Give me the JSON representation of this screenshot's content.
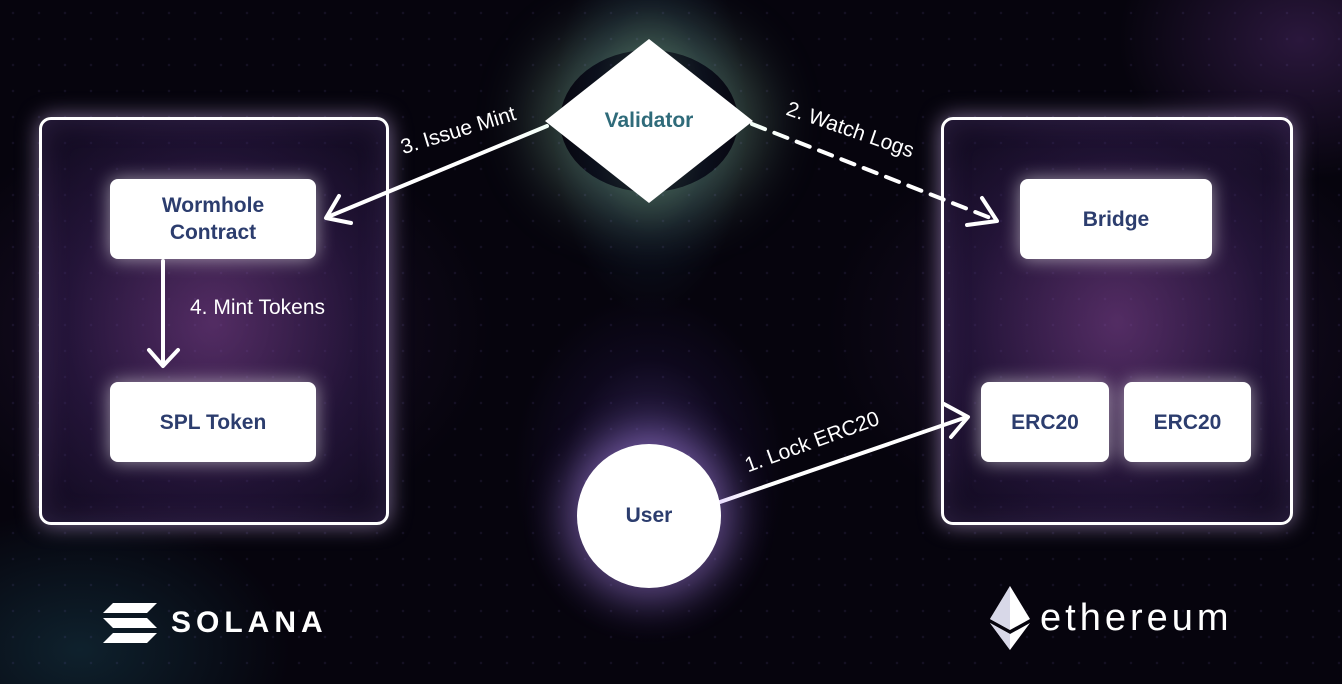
{
  "solana_side": {
    "wormhole_contract": {
      "line1": "Wormhole",
      "line2": "Contract"
    },
    "spl_token": "SPL Token",
    "logo_text": "SOLANA"
  },
  "ethereum_side": {
    "bridge": "Bridge",
    "erc20_left": "ERC20",
    "erc20_right": "ERC20",
    "logo_text": "ethereum"
  },
  "center": {
    "validator": "Validator",
    "user": "User"
  },
  "steps": {
    "lock": "1. Lock ERC20",
    "watch": "2. Watch Logs",
    "issue": "3. Issue Mint",
    "mint": "4. Mint Tokens"
  },
  "colors": {
    "node_text": "#2c3d6e",
    "validator_text": "#2f6b7a",
    "arrow": "#ffffff",
    "background": "#06040d"
  },
  "icons": {
    "solana": "solana-logo-icon",
    "ethereum": "ethereum-logo-icon"
  }
}
